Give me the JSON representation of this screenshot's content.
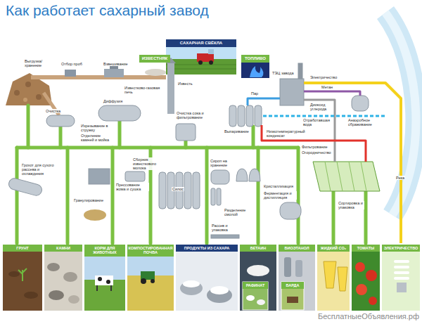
{
  "diagram": {
    "title": "Как работает сахарный завод",
    "nodes": [
      {
        "text": [
          "САХАРНАЯ СВЁКЛА"
        ]
      },
      {
        "text": [
          "ИЗВЕСТНЯК"
        ]
      },
      {
        "text": [
          "ТОПЛИВО"
        ]
      },
      {
        "text": [
          "ГРУНТ"
        ]
      },
      {
        "text": [
          "КАМНИ"
        ]
      },
      {
        "text": [
          "КОРМ ДЛЯ ЖИВОТНЫХ"
        ]
      },
      {
        "text": [
          "КОМПОСТИРОВАННАЯ ПОЧВА"
        ]
      },
      {
        "text": [
          "ПРОДУКТЫ ИЗ САХАРА"
        ]
      },
      {
        "text": [
          "БЕТАИН"
        ]
      },
      {
        "text": [
          "БИОЭТАНОЛ"
        ]
      },
      {
        "text": [
          "ЖИДКИЙ CO₂"
        ]
      },
      {
        "text": [
          "ТОМАТЫ"
        ]
      },
      {
        "text": [
          "ЭЛЕКТРИЧЕСТВО"
        ]
      },
      {
        "text": [
          "РАФИНАТ"
        ]
      },
      {
        "text": [
          "БАРДА"
        ]
      }
    ],
    "labels": [
      "Выгрузка/ хранение",
      "Отбор проб",
      "Взвешивание",
      "Известь",
      "Известково-газовая печь",
      "Очистка",
      "Диффузия",
      "Очистка сока и фильтрование",
      "Электричество",
      "Метан",
      "Пар",
      "ТЭЦ завода",
      "Диоксид углерода",
      "Отработавшая вода",
      "Анаэробное сбраживание",
      "Река",
      "Изрезывание в стружку",
      "Отделение камней и мойка",
      "Сборник известкового молока",
      "Выпаривание",
      "Низкотемпературный конденсат",
      "Фильтрование",
      "Огородничество",
      "Грохот для сухого рассева и охлаждения",
      "Прессование жома и сушка",
      "Сироп на хранение",
      "Силос",
      "Кристаллизация",
      "Ферментация и дистилляция",
      "Сортировка и упаковка",
      "Гранулирование",
      "Разделение смолой",
      "Рассев и упаковка",
      "БесплатныеОбъявления.рф"
    ]
  }
}
